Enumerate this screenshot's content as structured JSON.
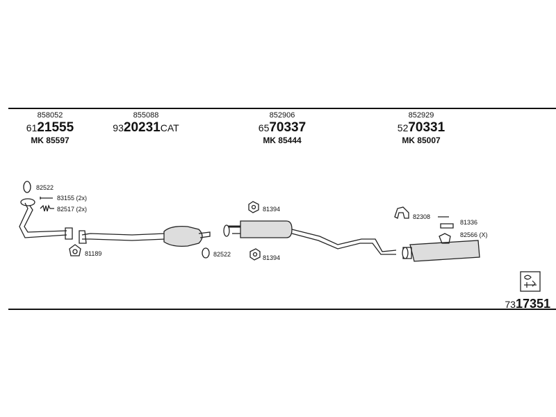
{
  "parts": [
    {
      "ref": "858052",
      "prefix": "61",
      "main": "21555",
      "suffix": "",
      "mk": "MK 85597"
    },
    {
      "ref": "855088",
      "prefix": "93",
      "main": "20231",
      "suffix": "CAT",
      "mk": ""
    },
    {
      "ref": "852906",
      "prefix": "65",
      "main": "70337",
      "suffix": "",
      "mk": "MK 85444"
    },
    {
      "ref": "852929",
      "prefix": "52",
      "main": "70331",
      "suffix": "",
      "mk": "MK 85007"
    }
  ],
  "labels": {
    "l1": "82522",
    "l2": "83155 (2x)",
    "l3": "82517 (2x)",
    "l4": "81189",
    "l5": "81394",
    "l6": "82522",
    "l7": "81394",
    "l8": "82308",
    "l9": "81336",
    "l10": "82566 (X)"
  },
  "code": {
    "prefix": "73",
    "main": "17351"
  }
}
